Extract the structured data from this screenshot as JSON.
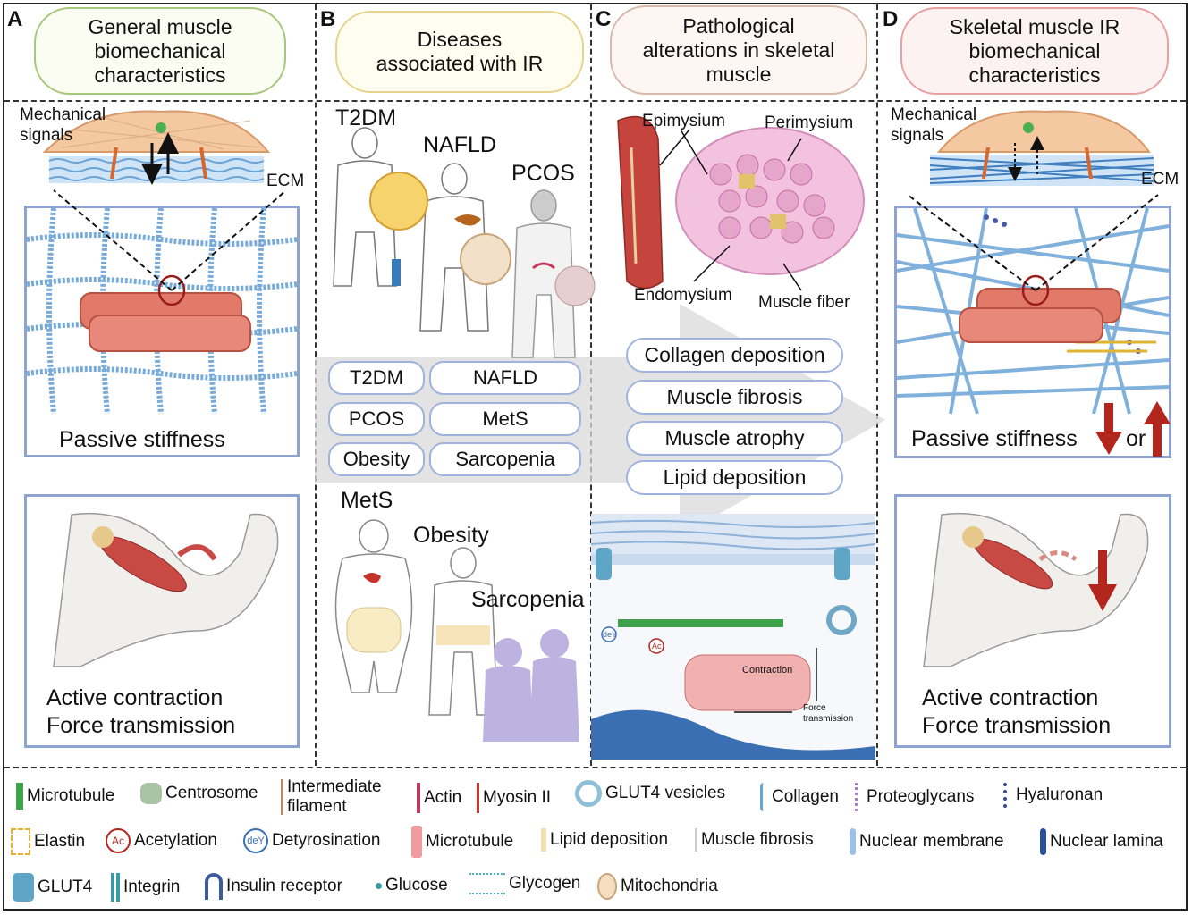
{
  "panels": {
    "a": {
      "letter": "A",
      "title_lines": [
        "General muscle",
        "biomechanical",
        "characteristics"
      ],
      "mech_label_lines": [
        "Mechanical",
        "signals"
      ],
      "ecm_label": "ECM",
      "stiffness_label": "Passive stiffness",
      "contraction_lines": [
        "Active contraction",
        "Force transmission"
      ]
    },
    "b": {
      "letter": "B",
      "title_lines": [
        "Diseases",
        "associated with IR"
      ],
      "figure_labels": {
        "t2dm": "T2DM",
        "nafld": "NAFLD",
        "pcos": "PCOS",
        "mets": "MetS",
        "obesity": "Obesity",
        "sarcopenia": "Sarcopenia"
      },
      "tags": [
        "T2DM",
        "NAFLD",
        "PCOS",
        "MetS",
        "Obesity",
        "Sarcopenia"
      ]
    },
    "c": {
      "letter": "C",
      "title_lines": [
        "Pathological",
        "alterations in skeletal",
        "muscle"
      ],
      "labels": {
        "epimysium": "Epimysium",
        "perimysium": "Perimysium",
        "endomysium": "Endomysium",
        "muscle_fiber": "Muscle fiber"
      },
      "alterations": [
        "Collagen deposition",
        "Muscle fibrosis",
        "Muscle atrophy",
        "Lipid deposition"
      ],
      "cell_labels": {
        "contraction": "Contraction",
        "force_lines": [
          "Force",
          "transmission"
        ],
        "dey": "deY",
        "ac": "Ac"
      }
    },
    "d": {
      "letter": "D",
      "title_lines": [
        "Skeletal muscle IR",
        "biomechanical",
        "characteristics"
      ],
      "mech_label_lines": [
        "Mechanical",
        "signals"
      ],
      "ecm_label": "ECM",
      "stiffness_label": "Passive stiffness",
      "or_label": "or",
      "contraction_lines": [
        "Active contraction",
        "Force transmission"
      ]
    }
  },
  "legend": {
    "row1": [
      "Microtubule",
      "Centrosome",
      "Intermediate",
      "filament",
      "Actin",
      "Myosin II",
      "GLUT4 vesicles",
      "Collagen",
      "Proteoglycans",
      "Hyaluronan"
    ],
    "row2": [
      "Elastin",
      "Acetylation",
      "Detyrosination",
      "Microtubule",
      "Lipid deposition",
      "Muscle fibrosis",
      "Nuclear membrane",
      "Nuclear lamina"
    ],
    "row3": [
      "GLUT4",
      "Integrin",
      "Insulin receptor",
      "Glucose",
      "Glycogen",
      "Mitochondria"
    ],
    "badges": {
      "ac": "Ac",
      "dey": "deY"
    }
  },
  "colors": {
    "box_border": "#8da3d1",
    "muscle": "#e27a6a",
    "ecm": "#6aa3d6",
    "arrow_red": "#b3261e",
    "pill_a": "#a9c77c",
    "pill_b": "#e6d48c",
    "pill_c": "#d9b9aa",
    "pill_d": "#e8a0a0"
  }
}
